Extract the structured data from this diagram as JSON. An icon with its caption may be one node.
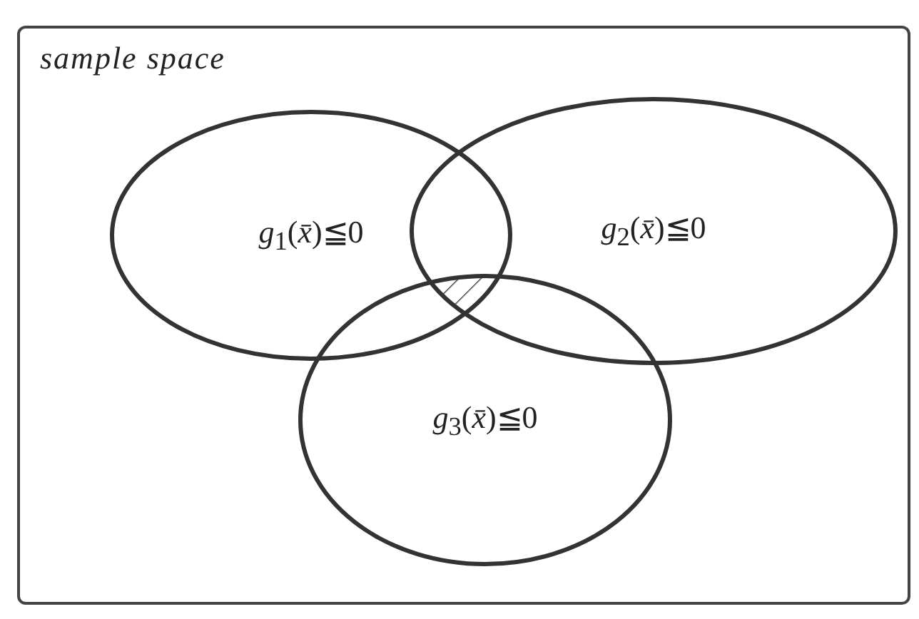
{
  "diagram": {
    "nodes": [
      {
        "text": [
          "sample space"
        ]
      },
      {
        "text": [
          "*g*$_{1}$(*x̄*)≦0"
        ],
        "in": 0
      },
      {
        "text": [
          "*g*$_{2}$(*x̄*)≦0"
        ],
        "in": 0
      },
      {
        "text": [
          "*g*$_{3}$(*x̄*)≦0"
        ],
        "in": 0
      }
    ],
    "edges": []
  }
}
